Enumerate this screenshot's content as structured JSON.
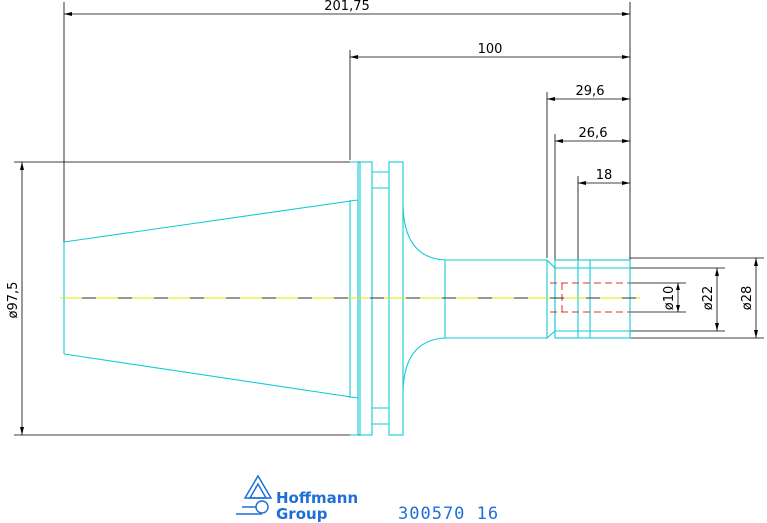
{
  "dimensions": {
    "overall_length": "201,75",
    "length_100": "100",
    "length_29_6": "29,6",
    "length_26_6": "26,6",
    "length_18": "18",
    "diameter_97_5": "ø97,5",
    "diameter_10": "ø10",
    "diameter_22": "ø22",
    "diameter_28": "ø28"
  },
  "branding": {
    "logo_line1": "Hoffmann",
    "logo_line2": "Group",
    "part_number": "300570 16",
    "logo_color": "#1f6fd6"
  },
  "colors": {
    "part_outline": "#14cbd6",
    "dimension": "#000000",
    "center_axis_yellow": "#e6e600",
    "center_axis_dark": "#333333",
    "hidden_lines": "#e03030"
  }
}
